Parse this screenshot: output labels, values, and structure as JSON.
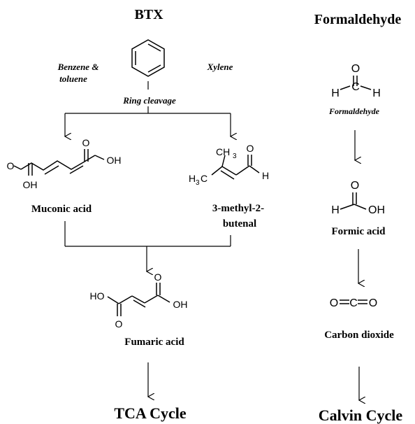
{
  "btx": {
    "title": "BTX",
    "benzene_toluene_1": "Benzene &",
    "benzene_toluene_2": "toluene",
    "xylene": "Xylene",
    "ring_cleavage": "Ring cleavage",
    "muconic_acid": "Muconic acid",
    "methyl_butenal_1": "3-methyl-2-",
    "methyl_butenal_2": "butenal",
    "fumaric_acid": "Fumaric acid",
    "tca_cycle": "TCA Cycle"
  },
  "formaldehyde": {
    "title": "Formaldehyde",
    "formaldehyde_label": "Formaldehyde",
    "formic_acid": "Formic acid",
    "carbon_dioxide": "Carbon dioxide",
    "calvin_cycle": "Calvin Cycle"
  },
  "atoms": {
    "oh": "OH",
    "ho": "HO",
    "o": "O",
    "h": "H",
    "c": "C",
    "ch": "CH",
    "three": "3",
    "h3c_h": "H",
    "h3c_c": "C"
  }
}
